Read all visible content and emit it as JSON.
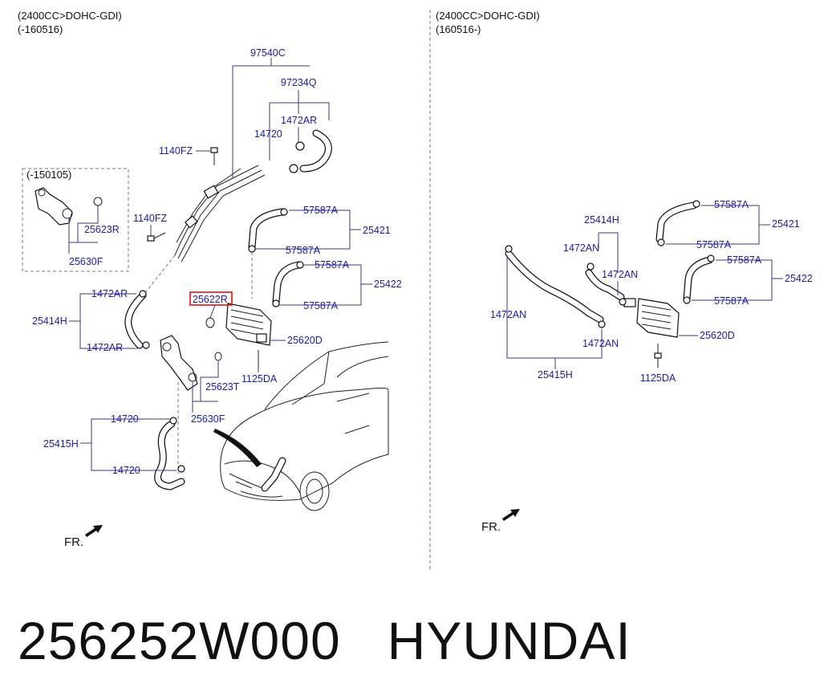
{
  "left_panel": {
    "header_line1": "(2400CC>DOHC-GDI)",
    "header_line2": "(-160516)",
    "sub_box_label": "(-150105)",
    "labels": {
      "p97540C": "97540C",
      "p97234Q": "97234Q",
      "p1472AR_top": "1472AR",
      "p14720_top": "14720",
      "p1140FZ_a": "1140FZ",
      "p1140FZ_b": "1140FZ",
      "p25623R": "25623R",
      "p25630F_box": "25630F",
      "p57587A_1": "57587A",
      "p57587A_2": "57587A",
      "p57587A_3": "57587A",
      "p57587A_4": "57587A",
      "p25421": "25421",
      "p25422": "25422",
      "p1472AR_1": "1472AR",
      "p1472AR_2": "1472AR",
      "p25414H": "25414H",
      "p25622R": "25622R",
      "p25620D": "25620D",
      "p1125DA": "1125DA",
      "p25623T": "25623T",
      "p25630F": "25630F",
      "p14720_a": "14720",
      "p14720_b": "14720",
      "p25415H": "25415H"
    },
    "fr": "FR."
  },
  "right_panel": {
    "header_line1": "(2400CC>DOHC-GDI)",
    "header_line2": "(160516-)",
    "labels": {
      "p57587A_1": "57587A",
      "p57587A_2": "57587A",
      "p57587A_3": "57587A",
      "p57587A_4": "57587A",
      "p25421": "25421",
      "p25422": "25422",
      "p25414H": "25414H",
      "p1472AN_1": "1472AN",
      "p1472AN_2": "1472AN",
      "p1472AN_3": "1472AN",
      "p1472AN_4": "1472AN",
      "p25620D": "25620D",
      "p1125DA": "1125DA",
      "p25415H": "25415H"
    },
    "fr": "FR."
  },
  "highlight_color": "#e01010",
  "label_color": "#1b1bb0",
  "footer": {
    "part_number": "256252W000",
    "brand": "HYUNDAI"
  }
}
